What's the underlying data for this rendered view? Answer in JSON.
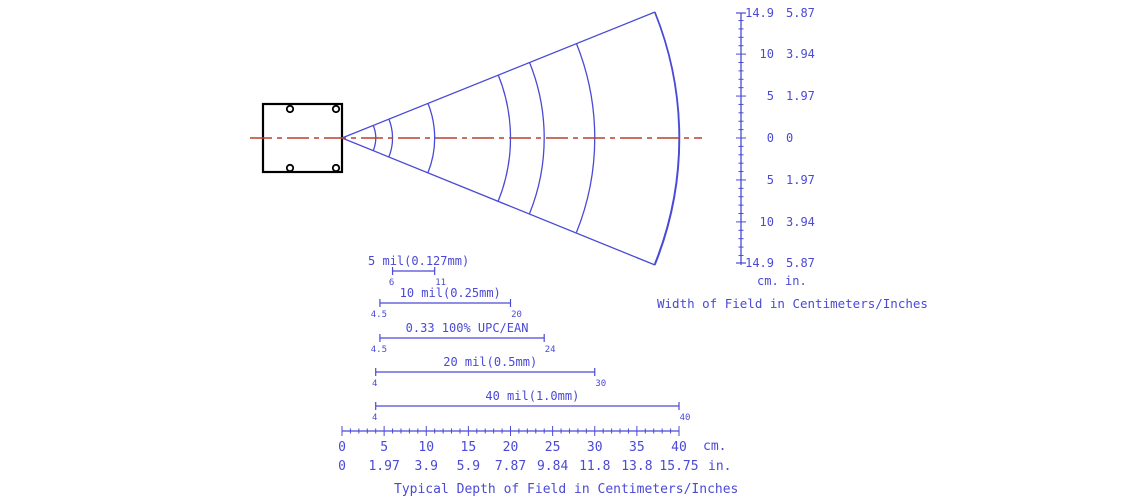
{
  "colors": {
    "ink": "#4a4ad6",
    "centerline": "#b8402e",
    "device": "#000000",
    "background": "#ffffff"
  },
  "width_scale": {
    "caption": "Width of Field in Centimeters/Inches",
    "unit_cm": "cm.",
    "unit_in": "in.",
    "labels": [
      {
        "value": 14.9,
        "cm": "14.9",
        "in": "5.87"
      },
      {
        "value": 10,
        "cm": "10",
        "in": "3.94"
      },
      {
        "value": 5,
        "cm": "5",
        "in": "1.97"
      },
      {
        "value": 0,
        "cm": "0",
        "in": "0"
      },
      {
        "value": -5,
        "cm": "5",
        "in": "1.97"
      },
      {
        "value": -10,
        "cm": "10",
        "in": "3.94"
      },
      {
        "value": -14.9,
        "cm": "14.9",
        "in": "5.87"
      }
    ],
    "range": [
      -14.9,
      14.9
    ]
  },
  "depth_scale": {
    "caption": "Typical Depth of Field in Centimeters/Inches",
    "unit_cm": "cm.",
    "unit_in": "in.",
    "range": [
      0,
      40
    ],
    "labels": [
      {
        "value": 0,
        "cm": "0",
        "in": "0"
      },
      {
        "value": 5,
        "cm": "5",
        "in": "1.97"
      },
      {
        "value": 10,
        "cm": "10",
        "in": "3.9"
      },
      {
        "value": 15,
        "cm": "15",
        "in": "5.9"
      },
      {
        "value": 20,
        "cm": "20",
        "in": "7.87"
      },
      {
        "value": 25,
        "cm": "25",
        "in": "9.84"
      },
      {
        "value": 30,
        "cm": "30",
        "in": "11.8"
      },
      {
        "value": 35,
        "cm": "35",
        "in": "13.8"
      },
      {
        "value": 40,
        "cm": "40",
        "in": "15.75"
      }
    ]
  },
  "ranges": [
    {
      "label": "5 mil(0.127mm)",
      "start": 6,
      "end": 11,
      "start_label": "6",
      "end_label": "11"
    },
    {
      "label": "10 mil(0.25mm)",
      "start": 4.5,
      "end": 20,
      "start_label": "4.5",
      "end_label": "20"
    },
    {
      "label": "0.33 100% UPC/EAN",
      "start": 4.5,
      "end": 24,
      "start_label": "4.5",
      "end_label": "24"
    },
    {
      "label": "20 mil(0.5mm)",
      "start": 4,
      "end": 30,
      "start_label": "4",
      "end_label": "30"
    },
    {
      "label": "40 mil(1.0mm)",
      "start": 4,
      "end": 40,
      "start_label": "4",
      "end_label": "40"
    }
  ],
  "field_arcs_depth": [
    4,
    6,
    11,
    20,
    24,
    30,
    40
  ]
}
